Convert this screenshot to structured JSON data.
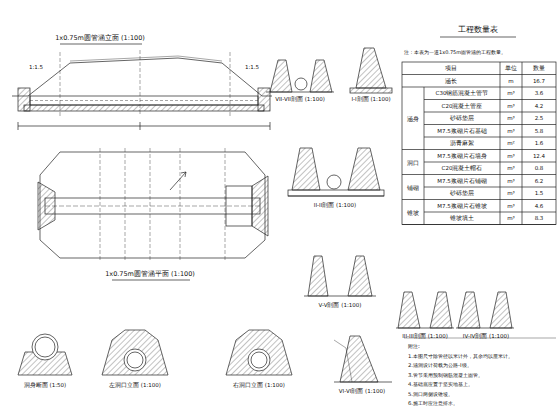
{
  "diagram": {
    "labels": [
      "1x0.75m圆管涵立面 (1:100)",
      "1:1.5",
      "1:1.5",
      "1x0.75m圆管涵平面 (1:100)",
      "VII-VII剖面 (1:100)",
      "I-I剖面 (1:100)",
      "II-II剖面 (1:100)",
      "V-V剖面 (1:100)",
      "III-III剖面 (1:100)",
      "IV-IV剖面 (1:100)",
      "VI-VI剖面 (1:100)",
      "洞身断面 (1:50)",
      "左洞口立面 (1:100)",
      "右洞口立面 (1:100)",
      "工程数量表",
      "注：本表为一道1x0.75m圆管涵的工程数量。",
      "项目",
      "单位",
      "数量",
      "涵长",
      "m",
      "16.7",
      "涵身",
      "C30钢筋混凝土管节",
      "m³",
      "3.6",
      "C20混凝土管座",
      "m³",
      "4.2",
      "砂砾垫层",
      "m³",
      "2.5",
      "M7.5浆砌片石基础",
      "m³",
      "5.8",
      "沥青麻絮",
      "m²",
      "1.6",
      "洞口",
      "M7.5浆砌片石墙身",
      "m³",
      "12.4",
      "C20混凝土帽石",
      "m³",
      "0.8",
      "铺砌",
      "M7.5浆砌片石铺砌",
      "m³",
      "6.2",
      "砂砾垫层",
      "m³",
      "1.5",
      "锥坡",
      "M7.5浆砌片石锥坡",
      "m³",
      "4.6",
      "锥坡填土",
      "m³",
      "8.3",
      "附注:",
      "1.本图尺寸除管径以米计外，其余均以厘米计。",
      "2.涵洞设计荷载为公路-I级。",
      "3.管节采用预制钢筋混凝土圆管。",
      "4.基础底应置于坚实地基上。",
      "5.洞口两侧设锥坡。",
      "6.施工时应注意排水。"
    ]
  }
}
